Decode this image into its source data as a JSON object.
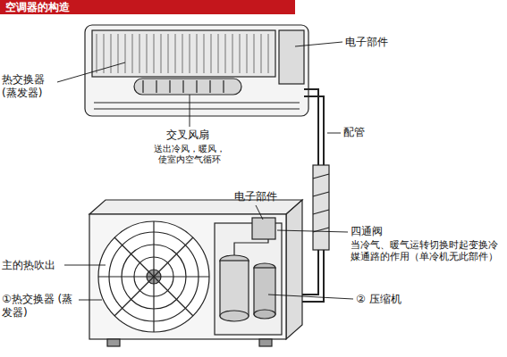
{
  "diagram": {
    "title": "空调器的构造",
    "labels": [
      "热交换器 (蒸发器)",
      "电子部件",
      "交叉风扇",
      "送出冷风，暖风，使室内空气循环",
      "配管",
      "电子部件",
      "四通阀",
      "当冷气、暖气运转切换时起变换冷媒通路的作用（单冷机无此部件）",
      "主的热吹出",
      "①热交换器 (蒸发器)",
      "② 压缩机"
    ]
  }
}
